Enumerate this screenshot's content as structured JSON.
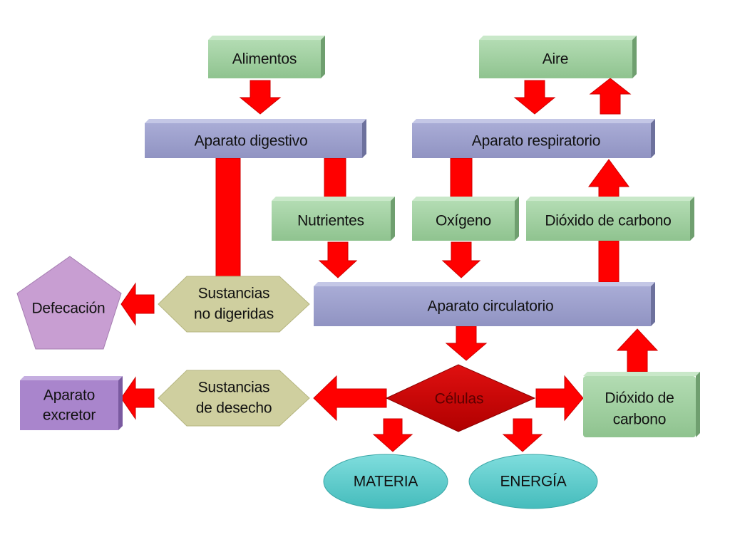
{
  "colors": {
    "green_box": "#9fcf9f",
    "green_box_top": "#c9e8c9",
    "green_box_side": "#6f9f6f",
    "blue_bar": "#9b9fcc",
    "blue_bar_top": "#c4c7e6",
    "blue_bar_side": "#6d719d",
    "khaki_hex": "#cfcf9f",
    "pink_pentagon": "#c89ed2",
    "purple_box": "#a985cc",
    "teal_ellipse": "#5fcccc",
    "red_arrow": "#ff0000",
    "dark_red_diamond": "#cc0000"
  },
  "nodes": {
    "alimentos": "Alimentos",
    "aire": "Aire",
    "aparato_digestivo": "Aparato digestivo",
    "aparato_respiratorio": "Aparato respiratorio",
    "nutrientes": "Nutrientes",
    "oxigeno": "Oxígeno",
    "dioxido_carbono_top": "Dióxido de carbono",
    "defecacion": "Defecación",
    "sustancias_no_digeridas": [
      "Sustancias",
      "no digeridas"
    ],
    "aparato_circulatorio": "Aparato circulatorio",
    "aparato_excretor": [
      "Aparato",
      "excretor"
    ],
    "sustancias_desecho": [
      "Sustancias",
      "de desecho"
    ],
    "celulas": "Células",
    "dioxido_carbono_bottom": [
      "Dióxido de",
      "carbono"
    ],
    "materia": "MATERIA",
    "energia": "ENERGÍA"
  }
}
